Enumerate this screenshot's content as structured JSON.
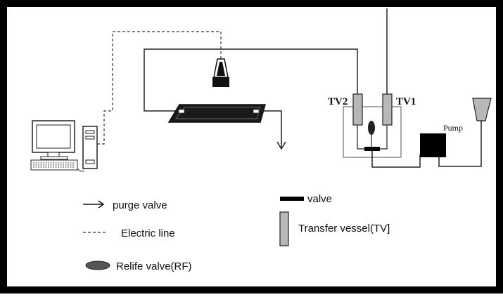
{
  "labels": {
    "tv1": "TV1",
    "tv2": "TV2",
    "pump": "Pump"
  },
  "legend": {
    "purge_valve": "purge valve",
    "electric_line": "Electric line",
    "relief_valve": "Relife valve(RF)",
    "valve": "valve",
    "transfer_vessel": "Transfer vessel(TV]"
  },
  "colors": {
    "frame": "#000000",
    "line": "#222222",
    "vessel_fill": "#b8b8b8",
    "component_fill": "#000000"
  }
}
